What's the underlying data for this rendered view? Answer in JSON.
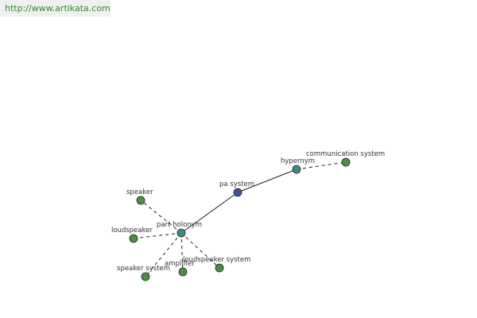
{
  "banner": {
    "url_text": "http://www.artikata.com"
  },
  "colors": {
    "root": "#3f4f9a",
    "relation": "#3e8a8a",
    "leaf": "#4e8c47",
    "banner_text": "#2e8b2e"
  },
  "graph": {
    "nodes": [
      {
        "id": "pa-system",
        "label": "pa system",
        "kind": "root"
      },
      {
        "id": "hypernym",
        "label": "hypernym",
        "kind": "relation"
      },
      {
        "id": "communication-system",
        "label": "communication system",
        "kind": "leaf"
      },
      {
        "id": "part-holonym",
        "label": "part holonym",
        "kind": "relation"
      },
      {
        "id": "speaker",
        "label": "speaker",
        "kind": "leaf"
      },
      {
        "id": "loudspeaker",
        "label": "loudspeaker",
        "kind": "leaf"
      },
      {
        "id": "speaker-system",
        "label": "speaker system",
        "kind": "leaf"
      },
      {
        "id": "amplifier",
        "label": "amplifier",
        "kind": "leaf"
      },
      {
        "id": "loudspeaker-system",
        "label": "loudspeaker system",
        "kind": "leaf"
      }
    ],
    "edges": [
      {
        "from": "pa-system",
        "to": "hypernym",
        "style": "solid"
      },
      {
        "from": "pa-system",
        "to": "part-holonym",
        "style": "solid"
      },
      {
        "from": "hypernym",
        "to": "communication-system",
        "style": "dashed"
      },
      {
        "from": "part-holonym",
        "to": "speaker",
        "style": "dashed"
      },
      {
        "from": "part-holonym",
        "to": "loudspeaker",
        "style": "dashed"
      },
      {
        "from": "part-holonym",
        "to": "speaker-system",
        "style": "dashed"
      },
      {
        "from": "part-holonym",
        "to": "amplifier",
        "style": "dashed"
      },
      {
        "from": "part-holonym",
        "to": "loudspeaker-system",
        "style": "dashed"
      }
    ]
  }
}
